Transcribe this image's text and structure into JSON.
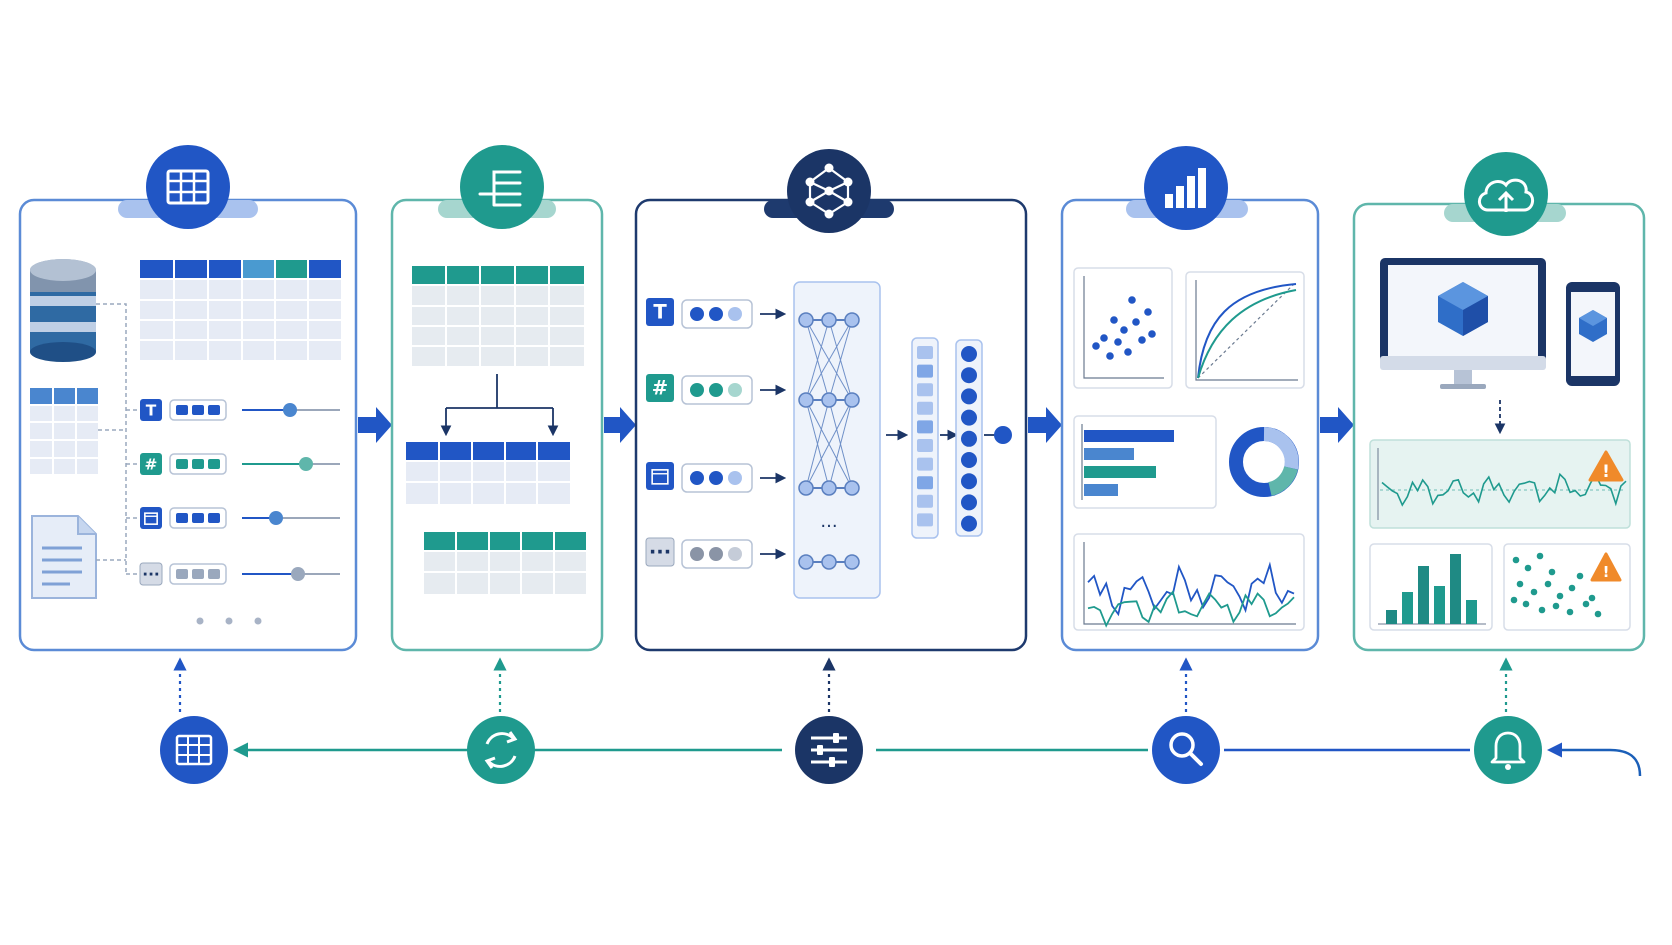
{
  "colors": {
    "blue": "#2156c5",
    "blue_light": "#a9c2ee",
    "teal": "#1f9a8e",
    "navy": "#1b3566",
    "panel_border_blue": "#5b8bd6",
    "panel_border_teal": "#5fb6ab",
    "panel_border_navy": "#1e3a6e",
    "grid_fill": "#e9eef7",
    "alert": "#f08a2a"
  },
  "stages": [
    {
      "id": "data-ingestion",
      "icon": "table-icon",
      "color": "blue"
    },
    {
      "id": "data-splitting",
      "icon": "split-branch-icon",
      "color": "teal"
    },
    {
      "id": "model-training",
      "icon": "neural-network-icon",
      "color": "navy"
    },
    {
      "id": "model-evaluation",
      "icon": "bar-chart-icon",
      "color": "blue"
    },
    {
      "id": "deployment-monitoring",
      "icon": "cloud-upload-icon",
      "color": "teal"
    }
  ],
  "feature_types": [
    {
      "glyph": "T",
      "icon": "text-type-icon"
    },
    {
      "glyph": "#",
      "icon": "numeric-type-icon"
    },
    {
      "glyph": "",
      "icon": "calendar-type-icon"
    },
    {
      "glyph": "···",
      "icon": "other-type-icon"
    }
  ],
  "ellipsis": "···",
  "alert_glyph": "!",
  "feedback_loop": [
    {
      "icon": "table-icon",
      "color": "blue"
    },
    {
      "icon": "refresh-icon",
      "color": "teal"
    },
    {
      "icon": "sliders-icon",
      "color": "navy"
    },
    {
      "icon": "search-icon",
      "color": "blue"
    },
    {
      "icon": "bell-icon",
      "color": "teal"
    }
  ]
}
